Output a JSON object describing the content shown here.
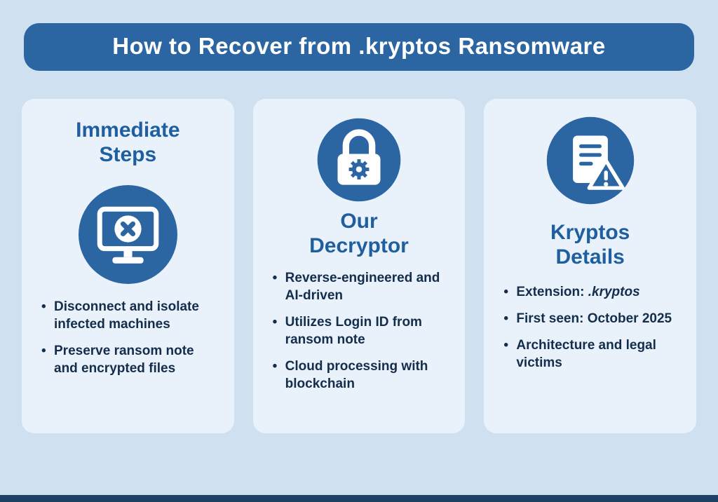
{
  "header": {
    "title": "How to Recover from .kryptos Ransomware"
  },
  "colors": {
    "background": "#cfe1f1",
    "header_bg": "#2b66a3",
    "card_bg": "#e9f2fb",
    "accent": "#2b66a3",
    "heading": "#1f5fa0",
    "text": "#142d4b",
    "footer_bar": "#1d4066"
  },
  "cards": [
    {
      "title": "Immediate\nSteps",
      "icon": "infected-monitor-icon",
      "bullets": [
        {
          "text": "Disconnect and isolate infected machines"
        },
        {
          "text": "Preserve ransom note and encrypted files"
        }
      ]
    },
    {
      "title": "Our\nDecryptor",
      "icon": "padlock-gear-icon",
      "bullets": [
        {
          "text": "Reverse-engineered and AI-driven"
        },
        {
          "text": "Utilizes Login ID from ransom note"
        },
        {
          "text": "Cloud processing with blockchain"
        }
      ]
    },
    {
      "title": "Kryptos\nDetails",
      "icon": "document-warning-icon",
      "bullets": [
        {
          "prefix": "Extension: ",
          "italic": ".kryptos"
        },
        {
          "text": "First seen: October 2025"
        },
        {
          "text": "Architecture and legal victims"
        }
      ]
    }
  ]
}
